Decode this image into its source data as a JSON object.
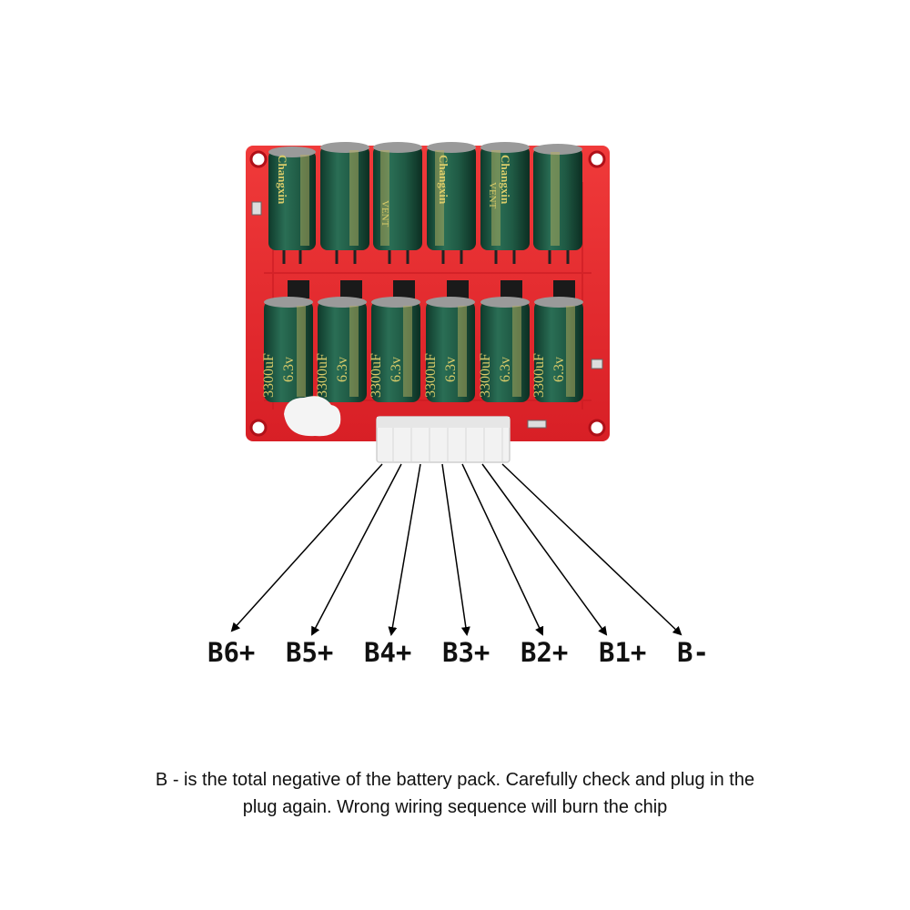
{
  "product": {
    "board_color": "#e8202a",
    "capacitor_color": "#1f5a44",
    "capacitor_brand": "Changxin",
    "capacitor_rating_top": "3300uF",
    "capacitor_rating_voltage": "6.3v",
    "vent_marking": "VENT",
    "connector_color": "#f2f2f2"
  },
  "pins": [
    {
      "label": "B6+"
    },
    {
      "label": "B5+"
    },
    {
      "label": "B4+"
    },
    {
      "label": "B3+"
    },
    {
      "label": "B2+"
    },
    {
      "label": "B1+"
    },
    {
      "label": "B-"
    }
  ],
  "note": {
    "line1": "B - is the total negative of the battery pack. Carefully check and plug in the",
    "line2": "plug again. Wrong wiring sequence will burn the chip"
  }
}
